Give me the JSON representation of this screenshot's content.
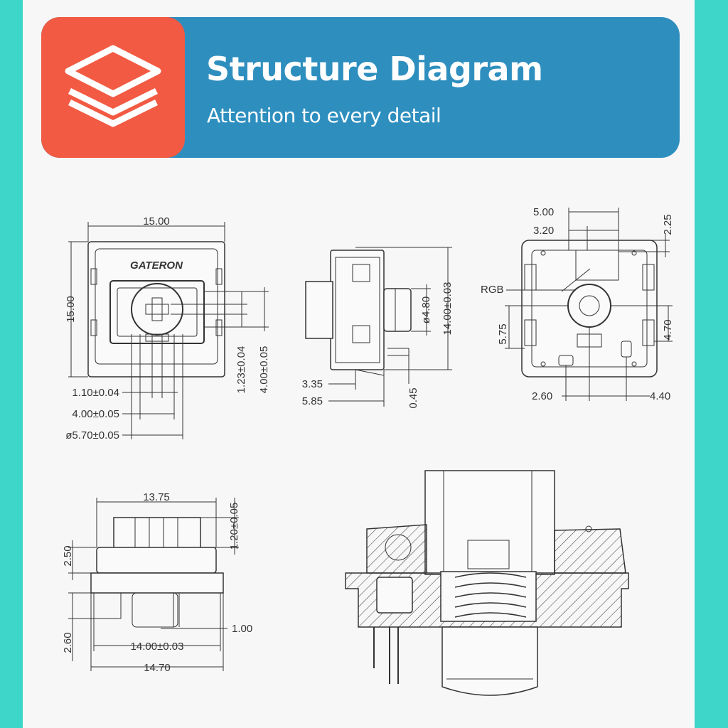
{
  "header": {
    "title": "Structure Diagram",
    "subtitle": "Attention to every detail",
    "logo_icon": "layers-icon",
    "colors": {
      "banner": "#2e8fbf",
      "logo_bg": "#f25a43",
      "frame": "#3dd6c8"
    }
  },
  "top_view": {
    "brand": "GATERON",
    "width": "15.00",
    "height": "15.00",
    "stem_cross_width": "1.10±0.04",
    "stem_width": "4.00±0.05",
    "stem_diameter": "ø5.70±0.05",
    "cross_thickness": "1.23±0.04",
    "cross_length": "4.00±0.05"
  },
  "side_view": {
    "stem_diameter": "ø4.80",
    "total_height": "14.00±0.03",
    "offset_a": "3.35",
    "offset_b": "5.85",
    "offset_c": "0.45"
  },
  "bottom_view": {
    "led_label": "RGB",
    "offset_5": "5.00",
    "offset_3_2": "3.20",
    "offset_2_25": "2.25",
    "offset_5_75": "5.75",
    "offset_4_70": "4.70",
    "offset_2_60": "2.60",
    "offset_4_40": "4.40"
  },
  "front_view": {
    "top_width": "13.75",
    "stem_height": "1.20±0.05",
    "housing_height": "2.50",
    "pin_height": "2.60",
    "pin_offset": "1.00",
    "clip_width": "14.00±0.03",
    "base_width": "14.70"
  }
}
